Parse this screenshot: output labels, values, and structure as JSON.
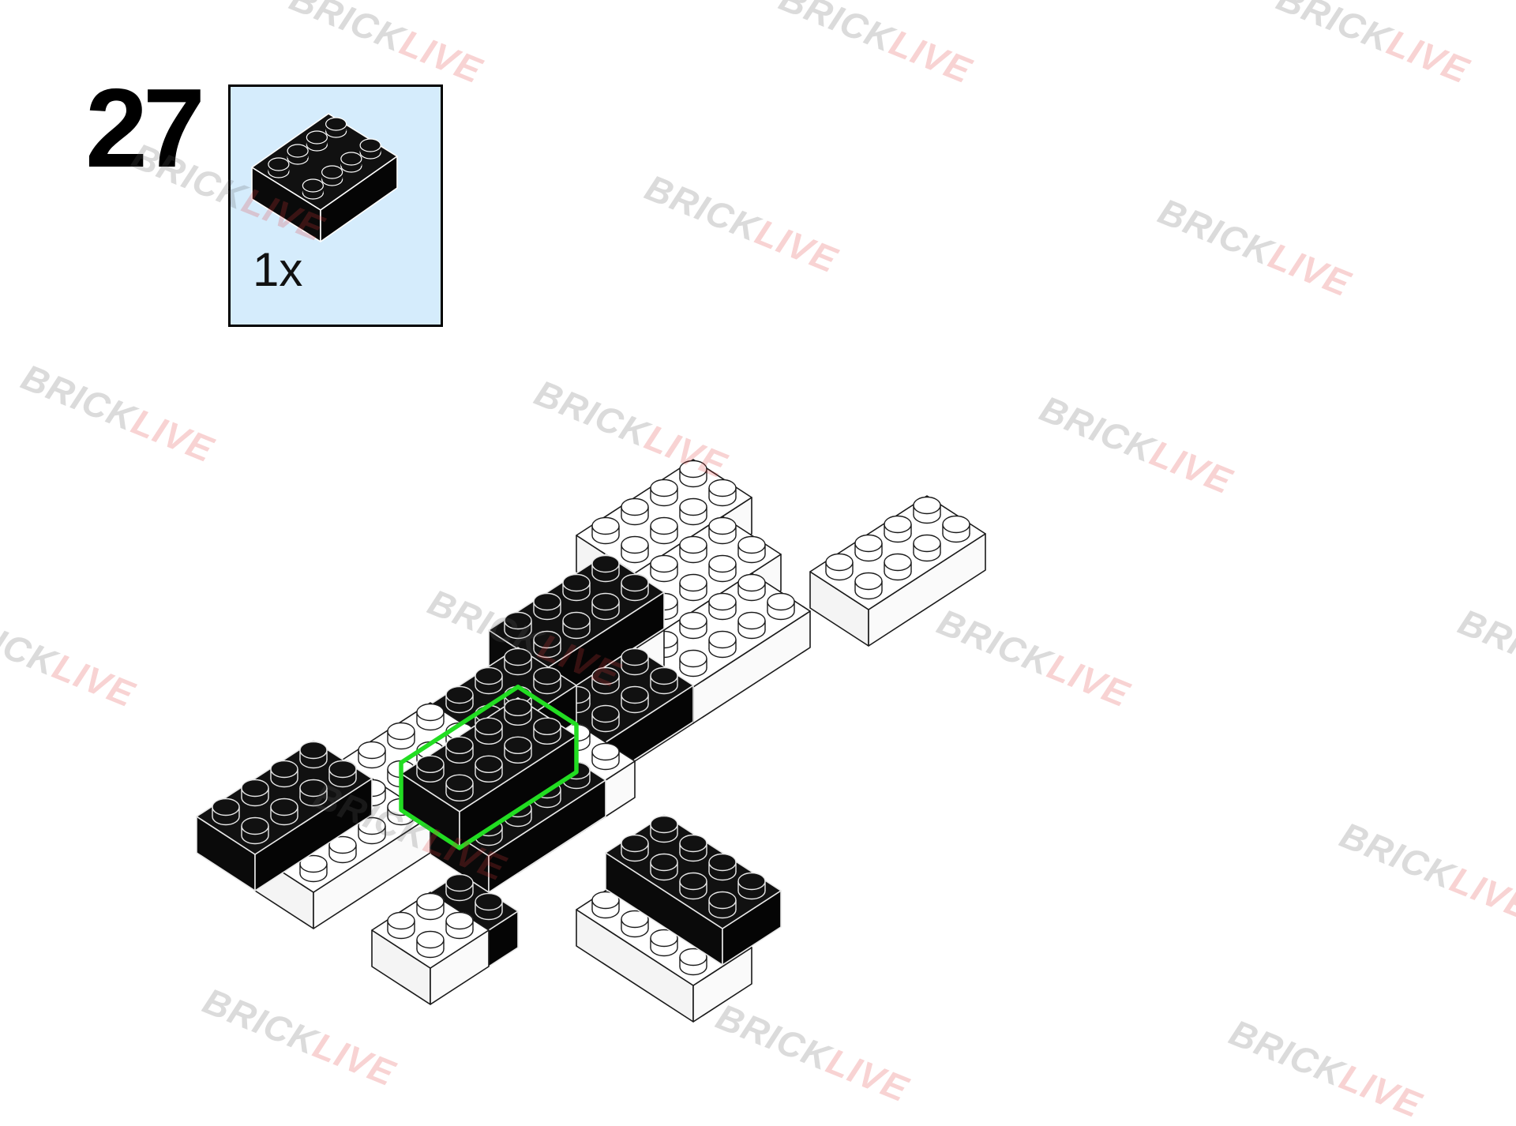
{
  "step": {
    "number": "27"
  },
  "parts_list": [
    {
      "part": "brick-2x4",
      "color": "#0b0b0b",
      "quantity": "1x"
    }
  ],
  "highlight_color": "#22dd22",
  "callout_background": "#d5ecfc",
  "watermark": {
    "part1": "BRICK",
    "part2": "LIVE"
  }
}
